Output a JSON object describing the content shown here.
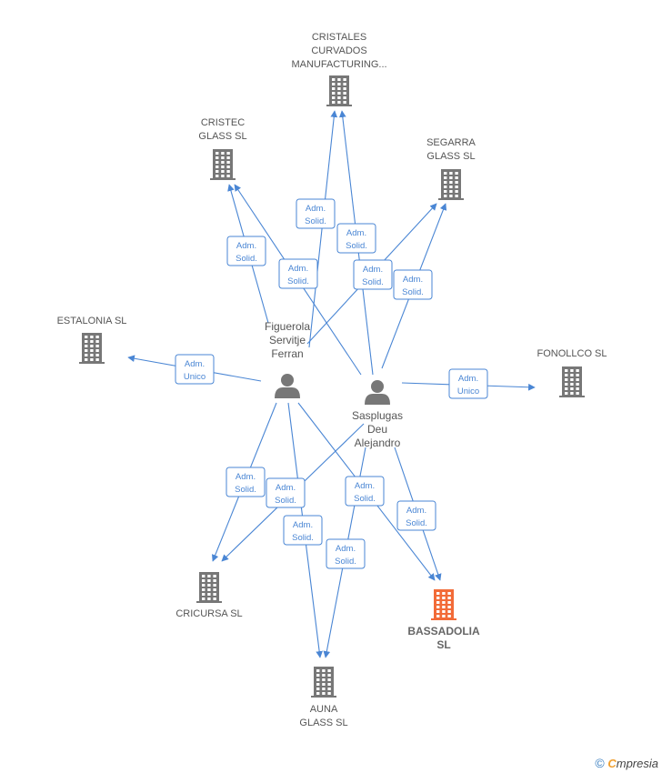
{
  "colors": {
    "edge": "#4a86d4",
    "company": "#777777",
    "company_highlight": "#f26b38",
    "person": "#777777"
  },
  "persons": [
    {
      "id": "p1",
      "lines": [
        "Figuerola",
        "Servitje",
        "Ferran"
      ]
    },
    {
      "id": "p2",
      "lines": [
        "Sasplugas",
        "Deu",
        "Alejandro"
      ]
    }
  ],
  "companies": [
    {
      "id": "c1",
      "lines": [
        "CRISTALES",
        "CURVADOS",
        "MANUFACTURING..."
      ],
      "highlight": false
    },
    {
      "id": "c2",
      "lines": [
        "CRISTEC",
        "GLASS  SL"
      ],
      "highlight": false
    },
    {
      "id": "c3",
      "lines": [
        "SEGARRA",
        "GLASS  SL"
      ],
      "highlight": false
    },
    {
      "id": "c4",
      "lines": [
        "ESTALONIA  SL"
      ],
      "highlight": false
    },
    {
      "id": "c5",
      "lines": [
        "FONOLLCO  SL"
      ],
      "highlight": false
    },
    {
      "id": "c6",
      "lines": [
        "CRICURSA  SL"
      ],
      "highlight": false
    },
    {
      "id": "c7",
      "lines": [
        "BASSADOLIA",
        "SL"
      ],
      "highlight": true
    },
    {
      "id": "c8",
      "lines": [
        "AUNA",
        "GLASS  SL"
      ],
      "highlight": false
    }
  ],
  "roles": [
    {
      "from": "p1",
      "to": "c1",
      "lines": [
        "Adm.",
        "Solid."
      ]
    },
    {
      "from": "p2",
      "to": "c1",
      "lines": [
        "Adm.",
        "Solid."
      ]
    },
    {
      "from": "p1",
      "to": "c2",
      "lines": [
        "Adm.",
        "Solid."
      ]
    },
    {
      "from": "p2",
      "to": "c2",
      "lines": [
        "Adm.",
        "Solid."
      ]
    },
    {
      "from": "p1",
      "to": "c3",
      "lines": [
        "Adm.",
        "Solid."
      ]
    },
    {
      "from": "p2",
      "to": "c3",
      "lines": [
        "Adm.",
        "Solid."
      ]
    },
    {
      "from": "p1",
      "to": "c4",
      "lines": [
        "Adm.",
        "Unico"
      ]
    },
    {
      "from": "p2",
      "to": "c5",
      "lines": [
        "Adm.",
        "Unico"
      ]
    },
    {
      "from": "p1",
      "to": "c6",
      "lines": [
        "Adm.",
        "Solid."
      ]
    },
    {
      "from": "p2",
      "to": "c6",
      "lines": [
        "Adm.",
        "Solid."
      ]
    },
    {
      "from": "p1",
      "to": "c7",
      "lines": [
        "Adm.",
        "Solid."
      ]
    },
    {
      "from": "p2",
      "to": "c7",
      "lines": [
        "Adm.",
        "Solid."
      ]
    },
    {
      "from": "p1",
      "to": "c8",
      "lines": [
        "Adm.",
        "Solid."
      ]
    },
    {
      "from": "p2",
      "to": "c8",
      "lines": [
        "Adm.",
        "Solid."
      ]
    }
  ],
  "footer": {
    "copyright": "©",
    "brand_first": "C",
    "brand_rest": "mpresia"
  }
}
